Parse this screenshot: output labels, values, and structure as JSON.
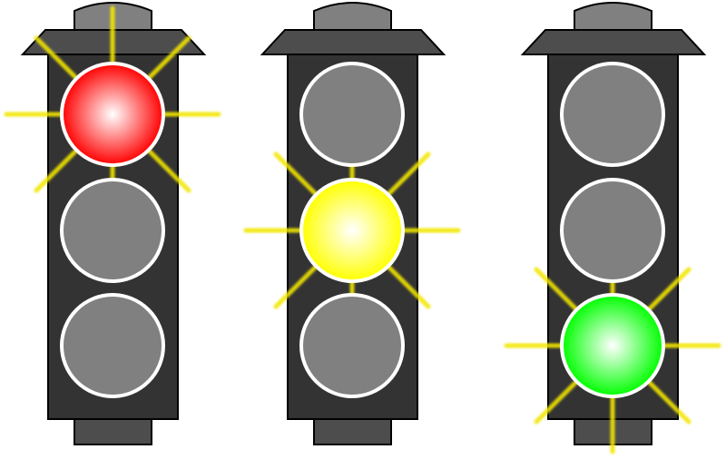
{
  "colors": {
    "body": "#333333",
    "hood": "#4d4d4d",
    "cap": "#808080",
    "base": "#4d4d4d",
    "lamp_off": "#808080",
    "lamp_ring": "#ffffff",
    "rays": "#f2e600",
    "red": "#ff0000",
    "yellow": "#ffff00",
    "green": "#00ff00"
  },
  "traffic_lights": [
    {
      "name": "traffic-light-red",
      "active": 0,
      "active_color": "red"
    },
    {
      "name": "traffic-light-yellow",
      "active": 1,
      "active_color": "yellow"
    },
    {
      "name": "traffic-light-green",
      "active": 2,
      "active_color": "green"
    }
  ]
}
